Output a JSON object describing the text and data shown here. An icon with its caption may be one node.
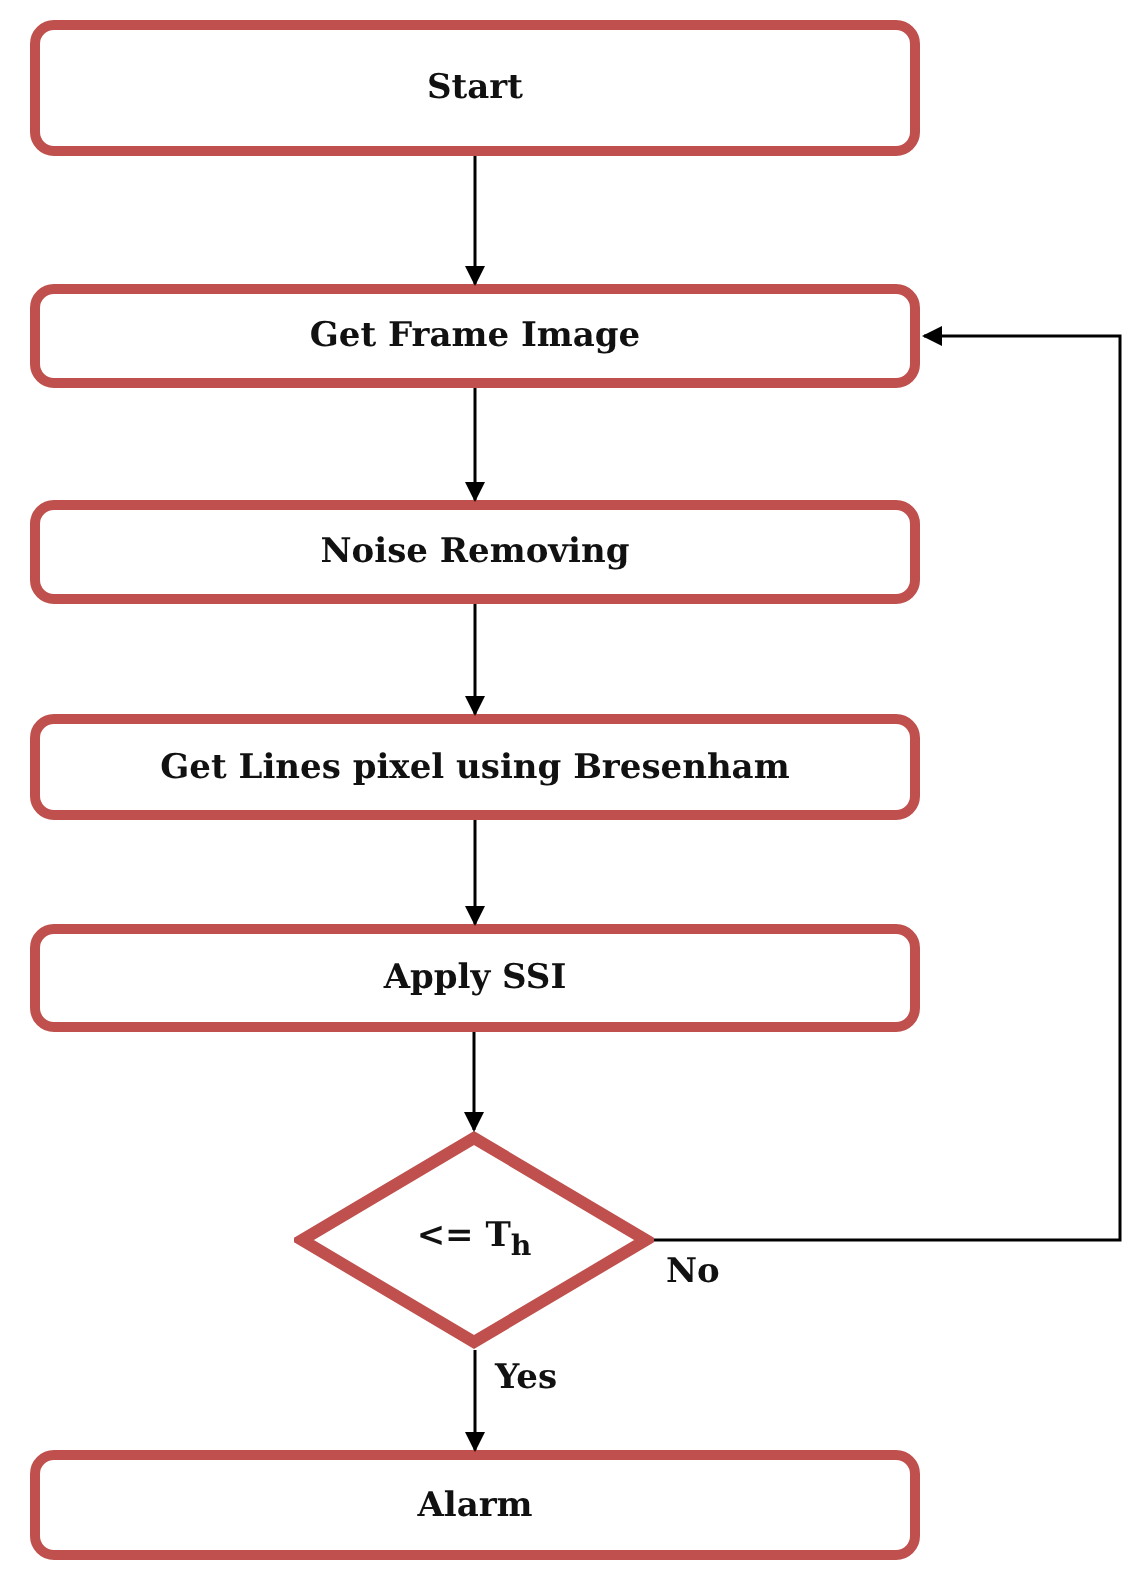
{
  "diagram": {
    "nodes": [
      {
        "text": [
          "Start"
        ]
      },
      {
        "text": [
          "Get Frame Image"
        ]
      },
      {
        "text": [
          "Noise Removing"
        ]
      },
      {
        "text": [
          "Get Lines pixel using Bresenham"
        ]
      },
      {
        "text": [
          "Apply SSI"
        ]
      },
      {
        "text": [
          "<= T$_{h}$"
        ]
      },
      {
        "text": [
          "Alarm"
        ]
      }
    ],
    "edges": [
      {
        "from": 0,
        "to": 1,
        "arrow": "to"
      },
      {
        "from": 1,
        "to": 2,
        "arrow": "to"
      },
      {
        "from": 2,
        "to": 3,
        "arrow": "to"
      },
      {
        "from": 3,
        "to": 4,
        "arrow": "to"
      },
      {
        "from": 4,
        "to": 5,
        "arrow": "to"
      },
      {
        "from": 5,
        "to": 1,
        "arrow": "to",
        "label": "No"
      },
      {
        "from": 5,
        "to": 6,
        "arrow": "to",
        "label": "Yes"
      }
    ]
  }
}
